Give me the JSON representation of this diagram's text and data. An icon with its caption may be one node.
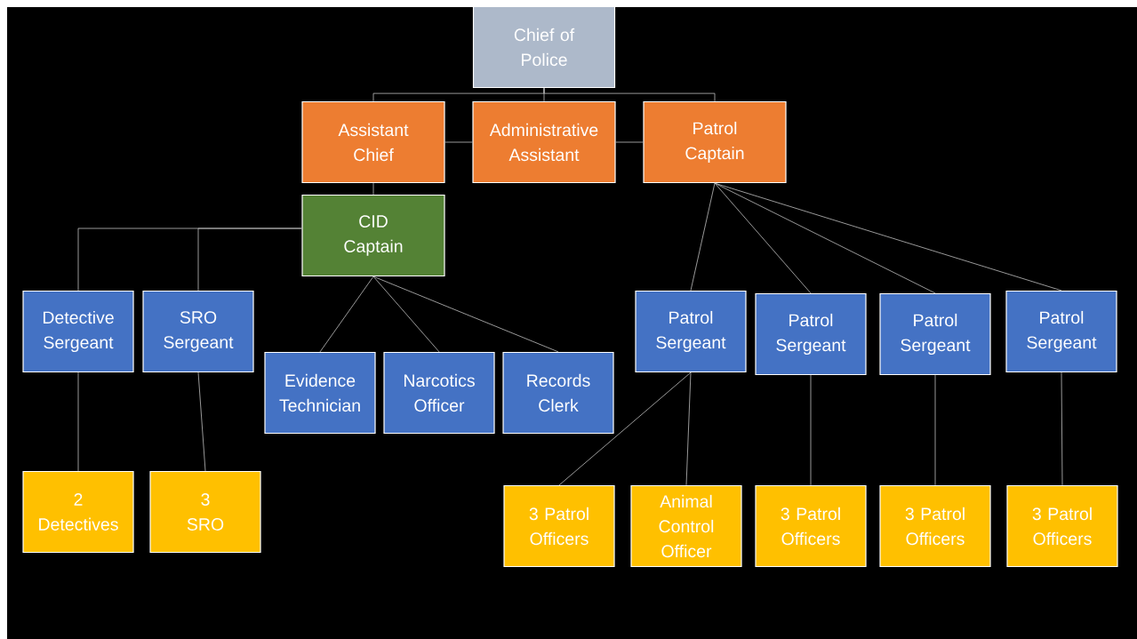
{
  "diagram": {
    "nodes": [
      {
        "text": [
          "Chief of Police"
        ]
      },
      {
        "text": [
          "Assistant Chief"
        ]
      },
      {
        "text": [
          "Administrative Assistant"
        ]
      },
      {
        "text": [
          "Patrol Captain"
        ]
      },
      {
        "text": [
          "CID Captain"
        ]
      },
      {
        "text": [
          "Detective Sergeant"
        ]
      },
      {
        "text": [
          "SRO Sergeant"
        ]
      },
      {
        "text": [
          "Evidence Technician"
        ]
      },
      {
        "text": [
          "Narcotics Officer"
        ]
      },
      {
        "text": [
          "Records Clerk"
        ]
      },
      {
        "text": [
          "Patrol Sergeant"
        ]
      },
      {
        "text": [
          "Patrol Sergeant"
        ]
      },
      {
        "text": [
          "Patrol Sergeant"
        ]
      },
      {
        "text": [
          "Patrol Sergeant"
        ]
      },
      {
        "text": [
          "2 Detectives"
        ]
      },
      {
        "text": [
          "3 SRO"
        ]
      },
      {
        "text": [
          "3 Patrol Officers"
        ]
      },
      {
        "text": [
          "Animal Control Officer"
        ]
      },
      {
        "text": [
          "3 Patrol Officers"
        ]
      },
      {
        "text": [
          "3 Patrol Officers"
        ]
      },
      {
        "text": [
          "3 Patrol Officers"
        ]
      }
    ],
    "edges": [
      {
        "from": 0,
        "to": 1,
        "arrow": "none"
      },
      {
        "from": 0,
        "to": 2,
        "arrow": "none"
      },
      {
        "from": 0,
        "to": 3,
        "arrow": "none"
      },
      {
        "from": 1,
        "to": 2,
        "arrow": "none"
      },
      {
        "from": 2,
        "to": 3,
        "arrow": "none"
      },
      {
        "from": 1,
        "to": 4,
        "arrow": "none"
      },
      {
        "from": 4,
        "to": 5,
        "arrow": "none"
      },
      {
        "from": 4,
        "to": 6,
        "arrow": "none"
      },
      {
        "from": 4,
        "to": 7,
        "arrow": "none"
      },
      {
        "from": 4,
        "to": 8,
        "arrow": "none"
      },
      {
        "from": 4,
        "to": 9,
        "arrow": "none"
      },
      {
        "from": 3,
        "to": 10,
        "arrow": "none"
      },
      {
        "from": 3,
        "to": 11,
        "arrow": "none"
      },
      {
        "from": 3,
        "to": 12,
        "arrow": "none"
      },
      {
        "from": 3,
        "to": 13,
        "arrow": "none"
      },
      {
        "from": 5,
        "to": 14,
        "arrow": "none"
      },
      {
        "from": 6,
        "to": 15,
        "arrow": "none"
      },
      {
        "from": 10,
        "to": 16,
        "arrow": "none"
      },
      {
        "from": 10,
        "to": 17,
        "arrow": "none"
      },
      {
        "from": 11,
        "to": 18,
        "arrow": "none"
      },
      {
        "from": 12,
        "to": 19,
        "arrow": "none"
      },
      {
        "from": 13,
        "to": 20,
        "arrow": "none"
      }
    ]
  }
}
